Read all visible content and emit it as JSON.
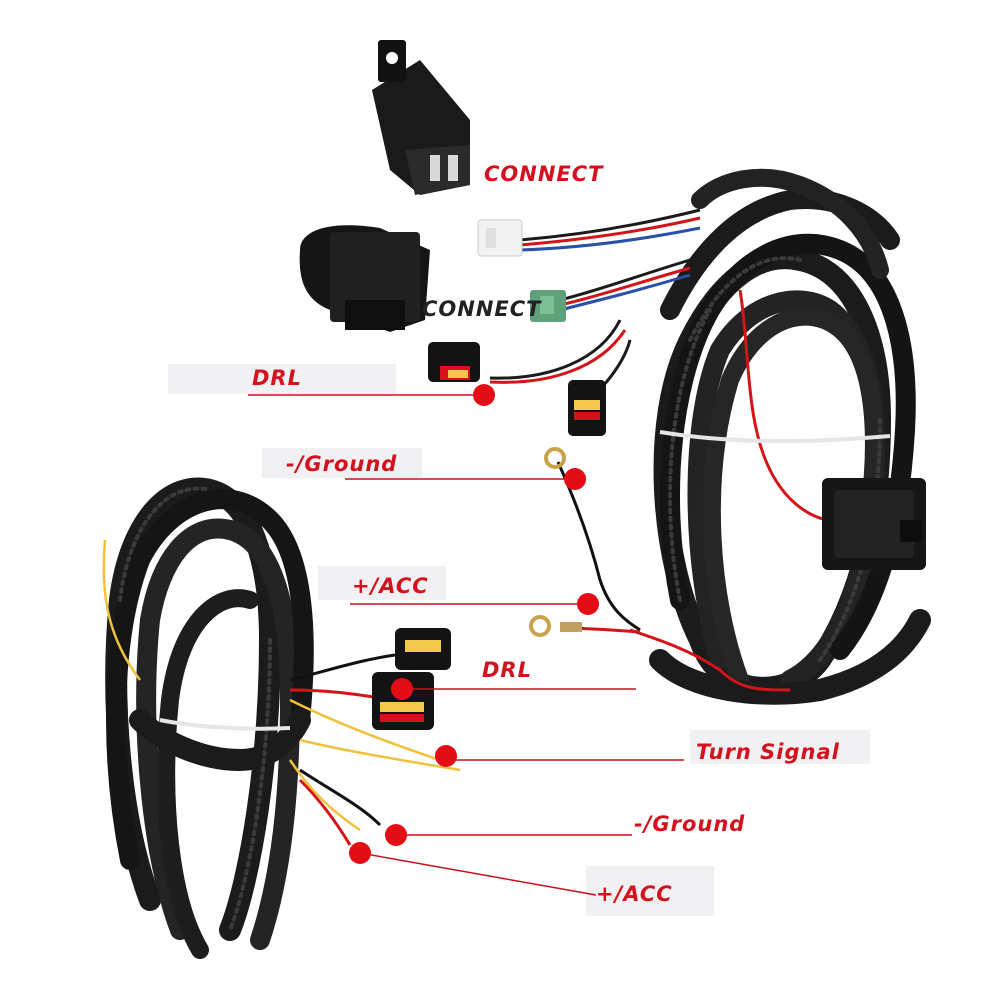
{
  "photo": {
    "subject": "",
    "background_color": "#ffffff"
  },
  "labels": {
    "connect_top": "CONNECT",
    "connect_mid": "CONNECT",
    "drl_upper": "DRL",
    "ground_upper": "-/Ground",
    "acc_upper": "+/ACC",
    "drl_lower": "DRL",
    "turn_signal": "Turn Signal",
    "ground_lower": "-/Ground",
    "acc_lower": "+/ACC"
  },
  "colors": {
    "label_text": "#d4111c",
    "dark_label_text": "#222222",
    "marker_dot": "#e30d16",
    "leader_line": "#c8101b",
    "wire_loom": "#1b1b1b",
    "red_wire": "#d31419",
    "yellow_wire": "#f0c23b",
    "green_connector": "#5fa27a"
  }
}
